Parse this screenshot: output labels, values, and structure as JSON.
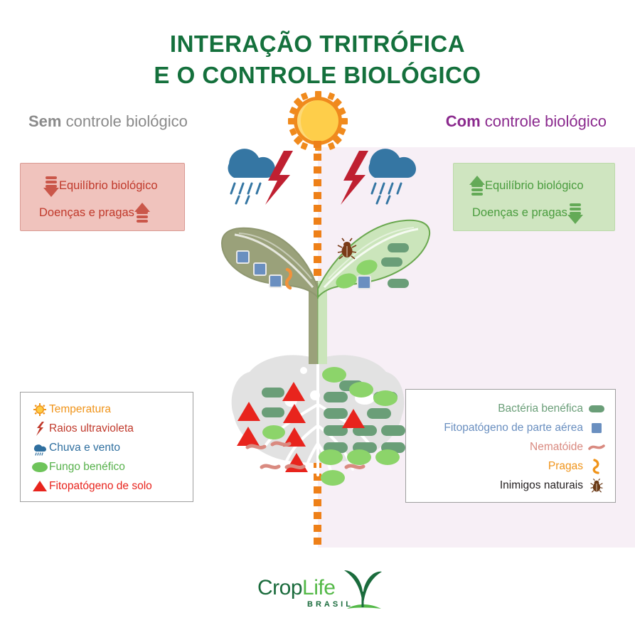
{
  "title": {
    "line1": "INTERAÇÃO TRITRÓFICA",
    "line2": "E O CONTROLE BIOLÓGICO",
    "color": "#14703c"
  },
  "headings": {
    "left_strong": "Sem",
    "left_rest": " controle biológico",
    "left_color": "#8a8a8a",
    "right_strong": "Com",
    "right_rest": " controle biológico",
    "right_color": "#8b2a8e"
  },
  "status_boxes": {
    "left": {
      "equilibrio_label": "Equilíbrio biológico",
      "equilibrio_trend": "down",
      "doencas_label": "Doenças e pragas",
      "doencas_trend": "up",
      "bg": "#f0c3bd",
      "text_color": "#c0392b"
    },
    "right": {
      "equilibrio_label": "Equilíbrio biológico",
      "equilibrio_trend": "up",
      "doencas_label": "Doenças e pragas",
      "doencas_trend": "down",
      "bg": "#cfe5c0",
      "text_color": "#4a9c3e"
    }
  },
  "legend_left": {
    "items": [
      {
        "label": "Temperatura",
        "icon": "sun-icon",
        "color": "#f0941a"
      },
      {
        "label": "Raios ultravioleta",
        "icon": "lightning-bolt-icon",
        "color": "#c0392b"
      },
      {
        "label": "Chuva e vento",
        "icon": "rain-cloud-icon",
        "color": "#2f6f9f"
      },
      {
        "label": "Fungo benéfico",
        "icon": "green-diamond-icon",
        "color": "#57b14b"
      },
      {
        "label": "Fitopatógeno de solo",
        "icon": "red-triangle-icon",
        "color": "#e8241d"
      }
    ]
  },
  "legend_right": {
    "items": [
      {
        "label": "Bactéria benéfica",
        "icon": "bacteria-capsule-icon",
        "color": "#6a9e78"
      },
      {
        "label": "Fitopatógeno de parte aérea",
        "icon": "blue-square-icon",
        "color": "#6a8fc0"
      },
      {
        "label": "Nematóide",
        "icon": "nematode-squiggle-icon",
        "color": "#d98a80"
      },
      {
        "label": "Pragas",
        "icon": "pest-larva-icon",
        "color": "#f0941a"
      },
      {
        "label": "Inimigos naturais",
        "icon": "beetle-icon",
        "color": "#231f20"
      }
    ]
  },
  "scene": {
    "sun": {
      "icon": "sun-icon",
      "outer_color": "#f08a1d",
      "inner_color": "#ffd04a"
    },
    "divider": {
      "icon": "dotted-divider-line",
      "color": "#ee8018"
    },
    "cloud_left": {
      "icon": "rain-cloud-icon",
      "color": "#3576a3"
    },
    "cloud_right": {
      "icon": "rain-cloud-icon",
      "color": "#3576a3"
    },
    "bolt_left": {
      "icon": "lightning-bolt-icon",
      "color": "#bf2031"
    },
    "bolt_right": {
      "icon": "lightning-bolt-icon",
      "color": "#bf2031"
    },
    "leaf_left": {
      "icon": "unhealthy-leaf-icon",
      "color": "#9aa17a"
    },
    "leaf_right": {
      "icon": "healthy-leaf-icon",
      "color": "#cbe5bb"
    },
    "root_zone": {
      "icon": "root-soil-zone-icon",
      "color": "#e2e2e2"
    },
    "beetle": {
      "icon": "beetle-icon",
      "color": "#7a3b18"
    }
  },
  "leaf_left_markers": {
    "blue_squares": 3,
    "pest_larva": 1
  },
  "leaf_right_markers": {
    "green_diamonds": 2,
    "blue_squares": 1,
    "bacteria": 3,
    "beetle": 1
  },
  "root_left_markers": {
    "red_triangles": 6,
    "bacteria": 2,
    "green_diamonds": 1,
    "nematodes": 3
  },
  "root_right_markers": {
    "bacteria": 11,
    "green_diamonds": 7,
    "red_triangles": 1,
    "nematodes": 1
  },
  "logo": {
    "crop": "Crop",
    "life": "Life",
    "brasil": "BRASIL",
    "icon": "sprout-icon",
    "crop_color": "#1a6b3c",
    "life_color": "#54b948"
  }
}
